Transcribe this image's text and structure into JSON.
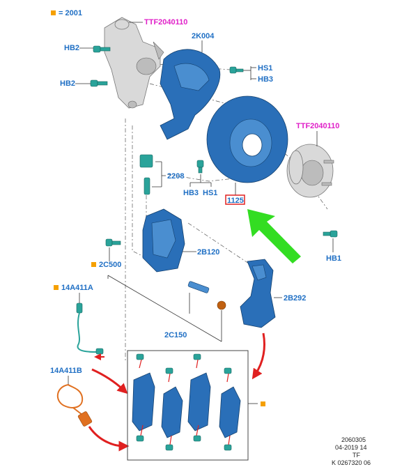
{
  "legend": {
    "label": "= 2001",
    "color": "#f5a000"
  },
  "labels": {
    "knuckle": "TTF2040110",
    "shield": "2K004",
    "hb2_top": "HB2",
    "hb2_mid": "HB2",
    "hs1_top": "HS1",
    "hb3_top": "HB3",
    "hub": "TTF2040110",
    "bleeder": "2208",
    "hb3_bot": "HB3",
    "hs1_bot": "HS1",
    "disc": "1125",
    "caliper": "2B120",
    "bolt_kit": "2C500",
    "sensor_a": "14A411A",
    "bracket": "2B292",
    "guide_pin": "2C150",
    "sensor_b": "14A411B",
    "hb1": "HB1"
  },
  "footer": {
    "line1": "2060305",
    "line2": "04-2019 14",
    "line3": "TF",
    "line4": "K 0267320 06"
  },
  "colors": {
    "part_blue": "#2a6fb8",
    "label_blue": "#1f6fc4",
    "label_magenta": "#e020c8",
    "highlight": "#e02020",
    "arrow": "#33dd22",
    "kit_marker": "#f5a000"
  },
  "icons": [
    "kit-marker-square",
    "green-pointer-arrow",
    "red-curved-arrow"
  ]
}
